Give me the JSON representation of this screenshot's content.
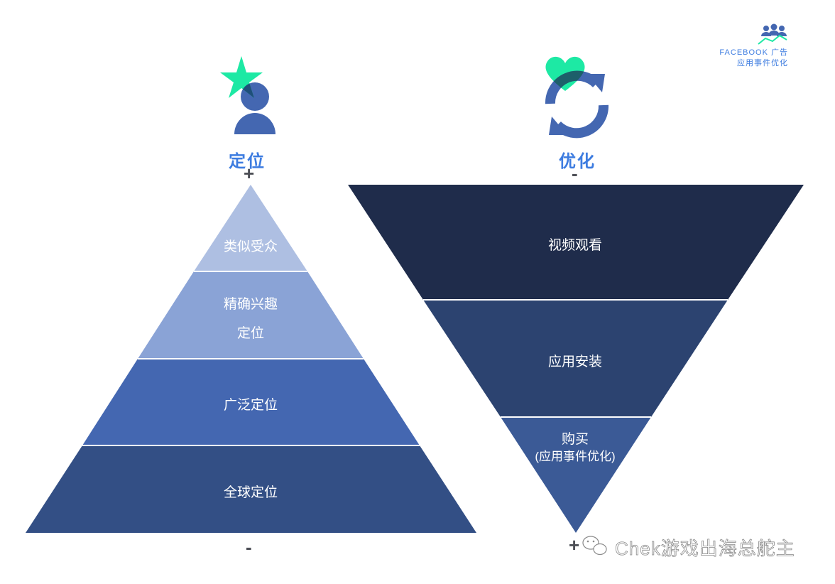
{
  "brand": {
    "line1": "FACEBOOK 广告",
    "line2": "应用事件优化"
  },
  "left": {
    "title": "定位",
    "top_sign": "+",
    "bottom_sign": "-",
    "layers": [
      {
        "label": "类似受众",
        "color": "#aebfe2"
      },
      {
        "label": "精确兴趣",
        "label2": "定位",
        "color": "#8aa3d6"
      },
      {
        "label": "广泛定位",
        "color": "#4467b1"
      },
      {
        "label": "全球定位",
        "color": "#334f85"
      }
    ]
  },
  "right": {
    "title": "优化",
    "top_sign": "-",
    "bottom_sign": "+",
    "layers": [
      {
        "label": "视频观看",
        "color": "#1f2c4b"
      },
      {
        "label": "应用安装",
        "color": "#2c4370"
      },
      {
        "label": "购买",
        "label2": "(应用事件优化)",
        "color": "#3b5a96"
      }
    ]
  },
  "watermark": "Chek游戏出海总舵主",
  "icons": [
    "person-star-icon",
    "heart-refresh-icon",
    "people-chart-icon",
    "wechat-icon"
  ]
}
